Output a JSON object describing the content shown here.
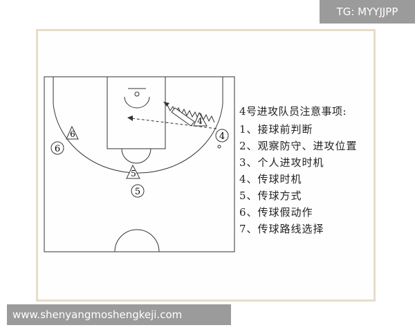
{
  "watermark_badges": {
    "top_right": "TG: MYYJJPP",
    "bottom_left": "www.shenyangmoshengkeji.com"
  },
  "diagram": {
    "players": [
      {
        "id": "p4-defender",
        "label": "4",
        "shape": "triangle"
      },
      {
        "id": "p4-attacker",
        "label": "4",
        "shape": "circle"
      },
      {
        "id": "p6-defender",
        "label": "6",
        "shape": "triangle"
      },
      {
        "id": "p6-attacker",
        "label": "6",
        "shape": "circle"
      },
      {
        "id": "p5-defender",
        "label": "5",
        "shape": "triangle"
      },
      {
        "id": "p5-attacker",
        "label": "5",
        "shape": "circle"
      }
    ]
  },
  "notes": {
    "title": "4号进攻队员注意事项:",
    "items": [
      "1、接球前判断",
      "2、观察防守、进攻位置",
      "3、个人进攻时机",
      "4、传球时机",
      "5、传球方式",
      "6、传球假动作",
      "7、传球路线选择"
    ]
  },
  "colors": {
    "line": "#333333",
    "frame": "#e8dcc8",
    "badge_bg": "#9b9b9b"
  }
}
